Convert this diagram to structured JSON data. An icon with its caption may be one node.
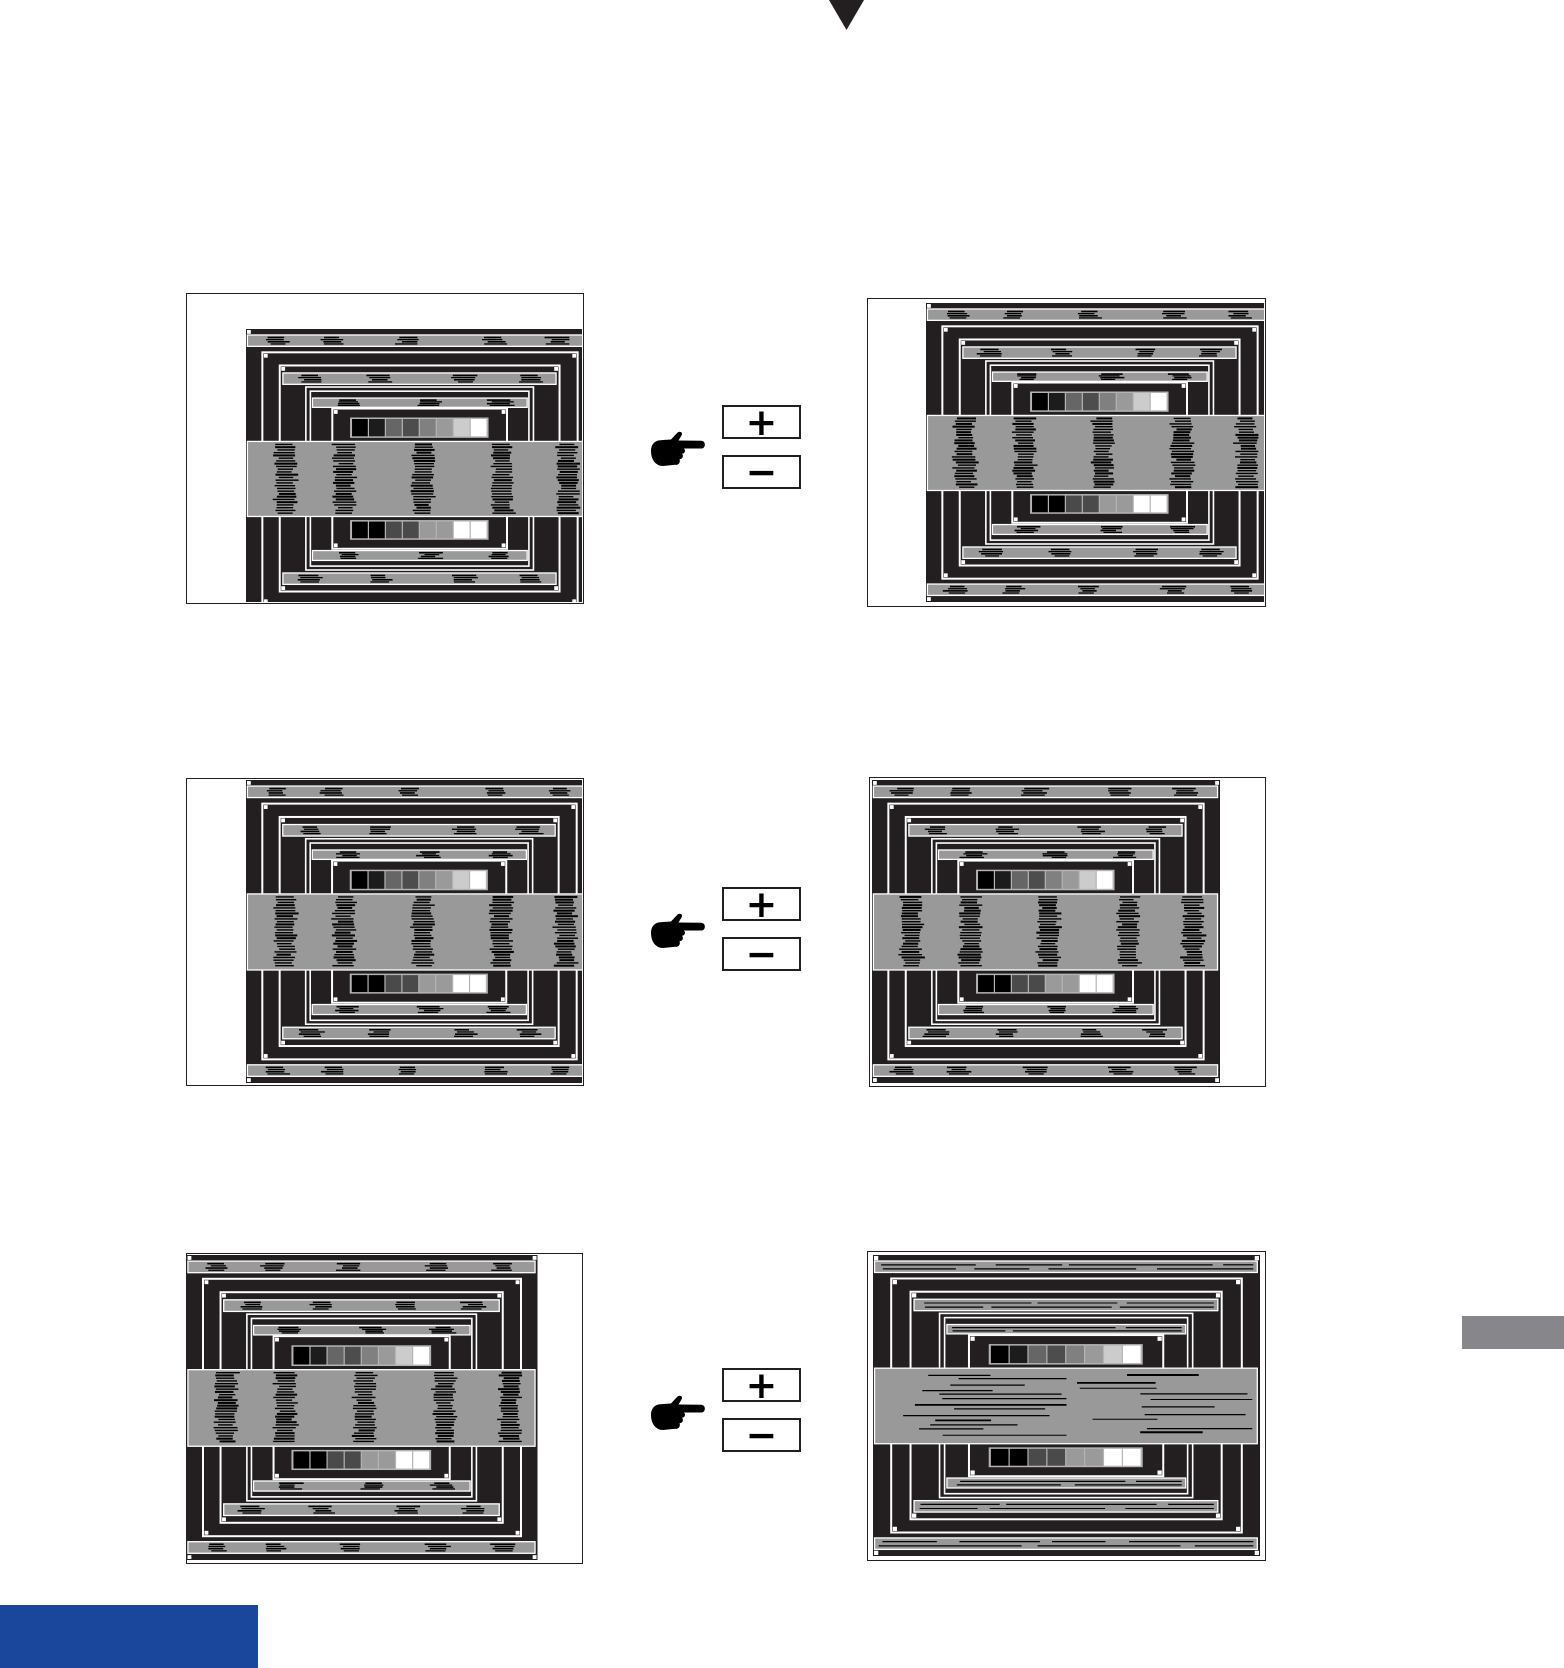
{
  "diagram": {
    "nodes": [
      {
        "text": [],
        "shape": "picture"
      },
      {
        "text": [
          "+"
        ]
      },
      {
        "text": [
          "−"
        ]
      },
      {
        "text": [],
        "shape": "picture"
      },
      {
        "text": [],
        "shape": "picture"
      },
      {
        "text": [
          "+"
        ]
      },
      {
        "text": [
          "−"
        ]
      },
      {
        "text": [],
        "shape": "picture"
      },
      {
        "text": [],
        "shape": "picture"
      },
      {
        "text": [
          "+"
        ]
      },
      {
        "text": [
          "−"
        ]
      },
      {
        "text": [],
        "shape": "picture"
      },
      {
        "text": [],
        "shape": "bar"
      },
      {
        "text": [],
        "shape": "bar"
      }
    ]
  }
}
